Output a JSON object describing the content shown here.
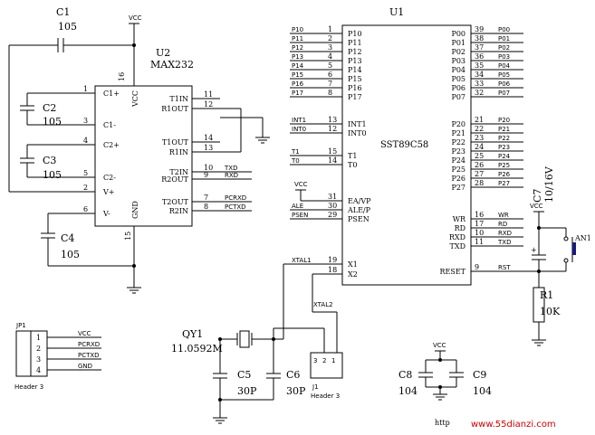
{
  "u1": {
    "ref": "U1",
    "part": "SST89C58",
    "left_pins": [
      {
        "num": "1",
        "name": "P10",
        "net": "P10"
      },
      {
        "num": "2",
        "name": "P11",
        "net": "P11"
      },
      {
        "num": "3",
        "name": "P12",
        "net": "P12"
      },
      {
        "num": "4",
        "name": "P13",
        "net": "P13"
      },
      {
        "num": "5",
        "name": "P14",
        "net": "P14"
      },
      {
        "num": "6",
        "name": "P15",
        "net": "P15"
      },
      {
        "num": "7",
        "name": "P16",
        "net": "P16"
      },
      {
        "num": "8",
        "name": "P17",
        "net": "P17"
      },
      {
        "num": "13",
        "name": "INT1",
        "net": "INT1"
      },
      {
        "num": "12",
        "name": "INT0",
        "net": "INT0"
      },
      {
        "num": "15",
        "name": "T1",
        "net": "T1"
      },
      {
        "num": "14",
        "name": "T0",
        "net": "T0"
      },
      {
        "num": "31",
        "name": "EA/VP",
        "net": "VCC"
      },
      {
        "num": "30",
        "name": "ALE/P",
        "net": "ALE"
      },
      {
        "num": "29",
        "name": "PSEN",
        "net": "PSEN"
      },
      {
        "num": "19",
        "name": "X1",
        "net": "XTAL1"
      },
      {
        "num": "18",
        "name": "X2",
        "net": ""
      }
    ],
    "right_pins": [
      {
        "num": "39",
        "name": "P00",
        "net": "P00"
      },
      {
        "num": "38",
        "name": "P01",
        "net": "P01"
      },
      {
        "num": "37",
        "name": "P02",
        "net": "P02"
      },
      {
        "num": "36",
        "name": "P03",
        "net": "P03"
      },
      {
        "num": "35",
        "name": "P04",
        "net": "P04"
      },
      {
        "num": "34",
        "name": "P05",
        "net": "P05"
      },
      {
        "num": "33",
        "name": "P06",
        "net": "P06"
      },
      {
        "num": "32",
        "name": "P07",
        "net": "P07"
      },
      {
        "num": "21",
        "name": "P20",
        "net": "P20"
      },
      {
        "num": "22",
        "name": "P21",
        "net": "P21"
      },
      {
        "num": "23",
        "name": "P22",
        "net": "P22"
      },
      {
        "num": "24",
        "name": "P23",
        "net": "P23"
      },
      {
        "num": "25",
        "name": "P24",
        "net": "P24"
      },
      {
        "num": "26",
        "name": "P25",
        "net": "P25"
      },
      {
        "num": "27",
        "name": "P26",
        "net": "P26"
      },
      {
        "num": "28",
        "name": "P27",
        "net": "P27"
      },
      {
        "num": "16",
        "name": "WR",
        "net": "WR"
      },
      {
        "num": "17",
        "name": "RD",
        "net": "RD"
      },
      {
        "num": "10",
        "name": "RXD",
        "net": "RXD"
      },
      {
        "num": "11",
        "name": "TXD",
        "net": "TXD"
      },
      {
        "num": "9",
        "name": "RESET",
        "net": "RST"
      }
    ]
  },
  "u2": {
    "ref": "U2",
    "part": "MAX232",
    "vcc_pin": "16",
    "gnd_pin": "15",
    "vcc_label": "VCC",
    "gnd_label": "GND",
    "left_pins": [
      {
        "num": "1",
        "name": "C1+"
      },
      {
        "num": "3",
        "name": "C1-"
      },
      {
        "num": "4",
        "name": "C2+"
      },
      {
        "num": "5",
        "name": "C2-"
      },
      {
        "num": "2",
        "name": "V+"
      },
      {
        "num": "6",
        "name": "V-"
      }
    ],
    "right_pins": [
      {
        "num": "11",
        "name": "T1IN",
        "net": ""
      },
      {
        "num": "12",
        "name": "R1OUT",
        "net": ""
      },
      {
        "num": "14",
        "name": "T1OUT",
        "net": ""
      },
      {
        "num": "13",
        "name": "R1IN",
        "net": ""
      },
      {
        "num": "10",
        "name": "T2IN",
        "net": "TXD"
      },
      {
        "num": "9",
        "name": "R2OUT",
        "net": "RXD"
      },
      {
        "num": "7",
        "name": "T2OUT",
        "net": "PCRXD"
      },
      {
        "num": "8",
        "name": "R2IN",
        "net": "PCTXD"
      }
    ]
  },
  "caps": {
    "c1": {
      "ref": "C1",
      "value": "105"
    },
    "c2": {
      "ref": "C2",
      "value": "105"
    },
    "c3": {
      "ref": "C3",
      "value": "105"
    },
    "c4": {
      "ref": "C4",
      "value": "105"
    },
    "c5": {
      "ref": "C5",
      "value": "30P"
    },
    "c6": {
      "ref": "C6",
      "value": "30P"
    },
    "c7": {
      "ref": "C7",
      "value": "10/16V"
    },
    "c8": {
      "ref": "C8",
      "value": "104"
    },
    "c9": {
      "ref": "C9",
      "value": "104"
    }
  },
  "r1": {
    "ref": "R1",
    "value": "10K"
  },
  "qy1": {
    "ref": "QY1",
    "value": "11.0592M"
  },
  "an1": {
    "ref": "AN1"
  },
  "jp1": {
    "ref": "JP1",
    "type": "Header 3",
    "pins": [
      {
        "num": "1",
        "net": "VCC"
      },
      {
        "num": "2",
        "net": "PCRXD"
      },
      {
        "num": "3",
        "net": "PCTXD"
      },
      {
        "num": "4",
        "net": "GND"
      }
    ]
  },
  "j1": {
    "ref": "J1",
    "type": "Header 3",
    "pins": [
      "3",
      "2",
      "1"
    ]
  },
  "nets": {
    "vcc": "VCC",
    "xtal1": "XTAL1",
    "xtal2": "XTAL2",
    "rst": "RST",
    "plus": "+"
  },
  "watermark": "www.55dianzi.com",
  "watermark_prefix": "http"
}
